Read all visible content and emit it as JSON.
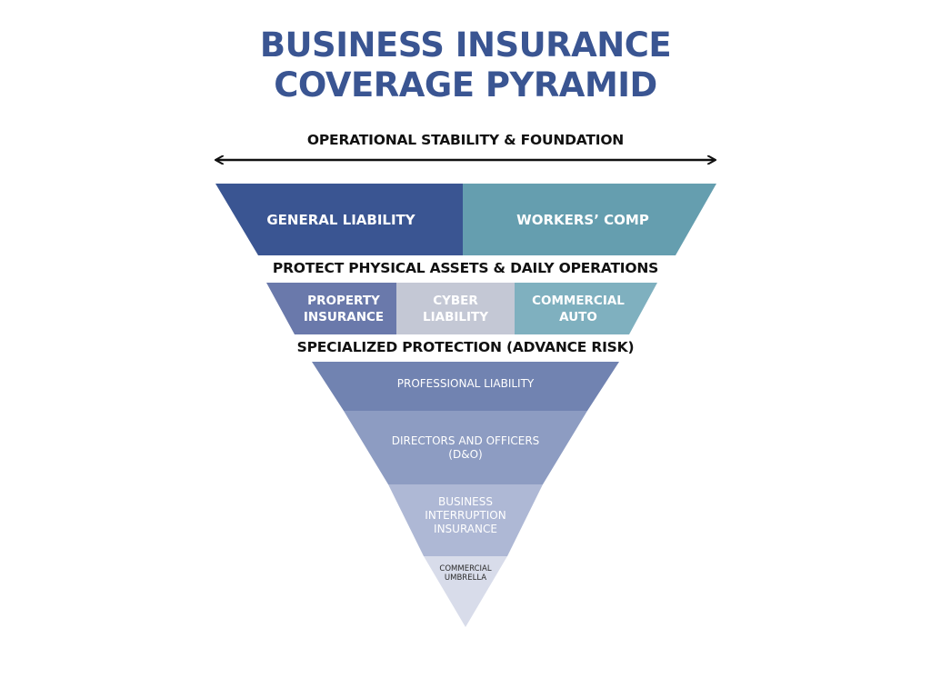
{
  "title": {
    "line1": "BUSINESS INSURANCE",
    "line2": "COVERAGE PYRAMID"
  },
  "tiers": [
    {
      "heading": "OPERATIONAL STABILITY & FOUNDATION",
      "items": [
        {
          "label": "GENERAL LIABILITY",
          "color": "#3a5592"
        },
        {
          "label": "WORKERS’ COMP",
          "color": "#659eaf"
        }
      ]
    },
    {
      "heading": "PROTECT PHYSICAL ASSETS & DAILY OPERATIONS",
      "items": [
        {
          "label_lines": [
            "PROPERTY",
            "INSURANCE"
          ],
          "color": "#6a79ab"
        },
        {
          "label_lines": [
            "CYBER",
            "LIABILITY"
          ],
          "color": "#c4c8d5"
        },
        {
          "label_lines": [
            "COMMERCIAL",
            "AUTO"
          ],
          "color": "#7fb0bf"
        }
      ]
    },
    {
      "heading": "SPECIALIZED PROTECTION (ADVANCE RISK)",
      "items": [
        {
          "label_lines": [
            "PROFESSIONAL LIABILITY"
          ],
          "color": "#7183b1"
        },
        {
          "label_lines": [
            "DIRECTORS AND OFFICERS",
            "(D&O)"
          ],
          "color": "#8d9cc2"
        },
        {
          "label_lines": [
            "BUSINESS",
            "INTERRUPTION",
            "INSURANCE"
          ],
          "color": "#aeb8d5"
        },
        {
          "label_lines": [
            "COMMERCIAL",
            "UMBRELLA"
          ],
          "color": "#d8dcea"
        }
      ]
    }
  ]
}
